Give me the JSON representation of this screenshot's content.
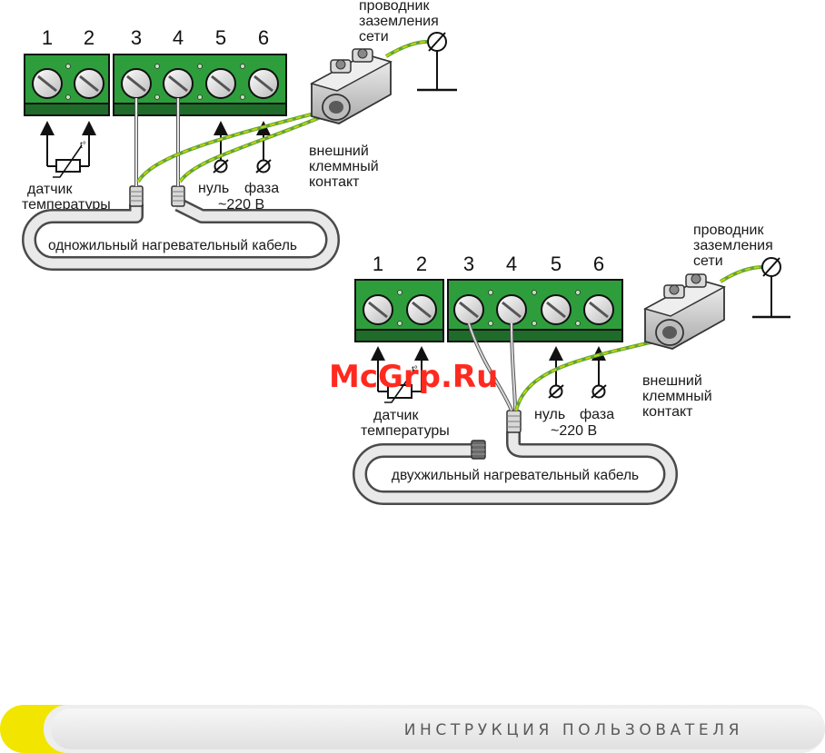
{
  "diagram1": {
    "terminals": [
      "1",
      "2",
      "3",
      "4",
      "5",
      "6"
    ],
    "ground_label": [
      "проводник",
      "заземления",
      "сети"
    ],
    "external_contact_label": [
      "внешний",
      "клеммный",
      "контакт"
    ],
    "sensor_label": [
      "датчик",
      "температуры"
    ],
    "neutral_label": "нуль",
    "phase_label": "фаза",
    "voltage_label": "~220 В",
    "cable_label": "одножильный нагревательный кабель"
  },
  "diagram2": {
    "terminals": [
      "1",
      "2",
      "3",
      "4",
      "5",
      "6"
    ],
    "ground_label": [
      "проводник",
      "заземления",
      "сети"
    ],
    "external_contact_label": [
      "внешний",
      "клеммный",
      "контакт"
    ],
    "sensor_label": [
      "датчик",
      "температуры"
    ],
    "neutral_label": "нуль",
    "phase_label": "фаза",
    "voltage_label": "~220 В",
    "cable_label": "двухжильный нагревательный кабель"
  },
  "watermark": "McGrp.Ru",
  "footer": {
    "title": "ИНСТРУКЦИЯ ПОЛЬЗОВАТЕЛЯ"
  },
  "colors": {
    "terminal_green": "#2e9e3c",
    "terminal_dark": "#1f6b2a",
    "accent_yellow": "#f2e600",
    "ground_wire": "#c8d400",
    "watermark_red": "#ff2a1f"
  }
}
